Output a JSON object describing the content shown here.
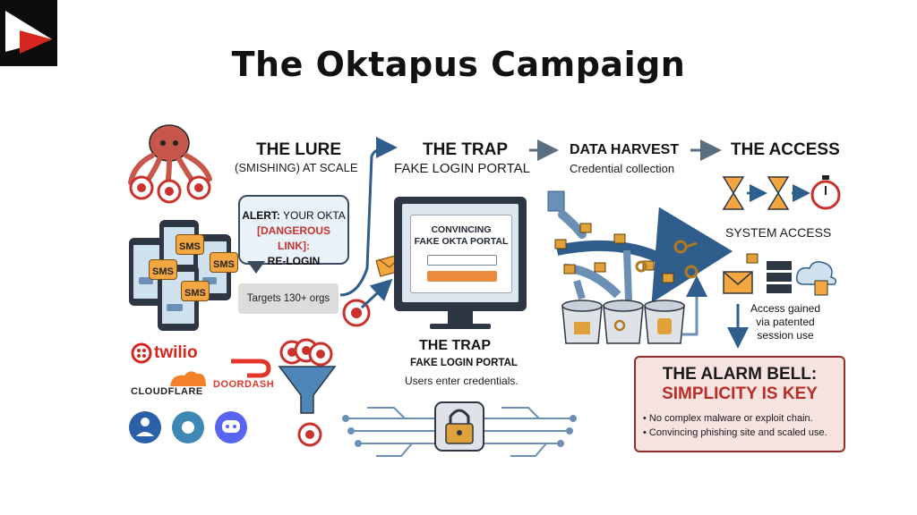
{
  "title": "The Oktapus Campaign",
  "stages": {
    "lure": {
      "heading": "THE LURE",
      "subtitle": "(SMISHING) AT SCALE"
    },
    "trap": {
      "heading": "THE TRAP",
      "subtitle": "FAKE LOGIN PORTAL"
    },
    "harvest": {
      "heading": "DATA HARVEST",
      "subtitle": "Credential collection"
    },
    "access": {
      "heading": "THE ACCESS"
    }
  },
  "sms_alert": {
    "prefix": "ALERT:",
    "text": "YOUR OKTA",
    "danger": "[DANGEROUS LINK]:",
    "action": "RE-LOGIN"
  },
  "sms_label": "SMS",
  "targets": "Targets 130+ orgs",
  "portal": {
    "line1": "CONVINCING",
    "line2": "FAKE OKTA PORTAL"
  },
  "trap_detail": {
    "heading": "THE TRAP",
    "subtitle": "FAKE LOGIN PORTAL",
    "note": "Users enter credentials."
  },
  "system_access": "SYSTEM ACCESS",
  "access_note": {
    "line1": "Access gained",
    "line2": "via patented",
    "line3": "session use"
  },
  "alarm": {
    "title": "THE ALARM BELL:",
    "subtitle": "SIMPLICITY IS KEY",
    "bullets": [
      "• No complex malware or exploit chain.",
      "• Convincing phishing site and scaled use."
    ]
  },
  "brands": {
    "twilio": "twilio",
    "cloudflare": "CLOUDFLARE",
    "doordash": "DOORDASH"
  },
  "colors": {
    "accent_red": "#c8322b",
    "arrow_blue": "#2f5e8c",
    "orange": "#ee8a3c",
    "octopus": "#c8574b",
    "alarm_bg": "#f6e3df"
  },
  "icons": [
    "octopus-icon",
    "target-icon",
    "phone-icon",
    "envelope-icon",
    "monitor-icon",
    "funnel-icon",
    "padlock-icon",
    "bucket-icon",
    "key-icon",
    "hourglass-icon",
    "stopwatch-icon",
    "server-icon",
    "cloud-icon",
    "document-icon"
  ]
}
